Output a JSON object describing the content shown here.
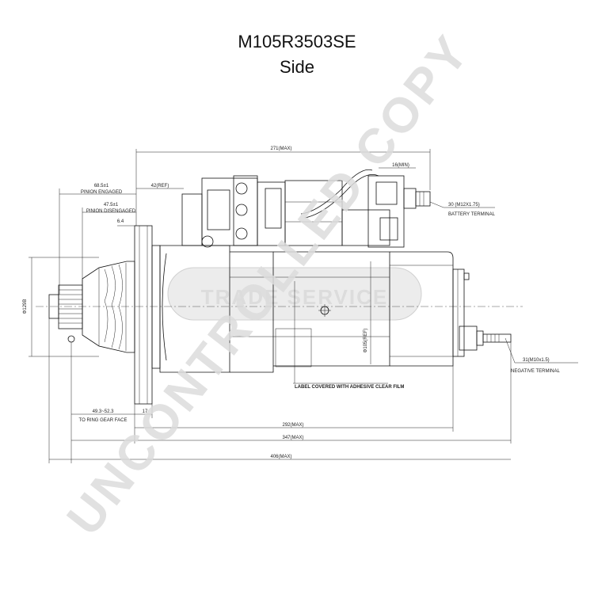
{
  "header": {
    "title": "M105R3503SE",
    "subtitle": "Side"
  },
  "dimensions": {
    "overall_max": "271(MAX)",
    "pinion_engaged_value": "68.5±1",
    "pinion_engaged_label": "PINION ENGAGED",
    "ref_42": "42(REF)",
    "pinion_disengaged_value": "47.5±1",
    "pinion_disengaged_label": "PINION DISENGAGED",
    "gap_6_4": "6.4",
    "min_16": "16(MIN)",
    "battery_terminal_value": "30 (M12X1.75)",
    "battery_terminal_label": "BATTERY TERMINAL",
    "diameter_left": "Φ129B",
    "diameter_ref": "Φ105(REF)",
    "negative_terminal_value": "31(M10x1.5)",
    "negative_terminal_label": "NEGATIVE TERMINAL",
    "label_note": "LABEL COVERED WITH ADHESIVE CLEAR FILM",
    "to_ring_gear_value": "49.3~52.3",
    "to_ring_gear_label": "TO RING GEAR FACE",
    "flange_17": "17",
    "len_292": "292(MAX)",
    "len_347": "347(MAX)",
    "len_406": "406(MAX)"
  },
  "watermarks": {
    "trade_service": "TRADE SERVICE",
    "uncontrolled": "UNCONTROLLED COPY"
  }
}
